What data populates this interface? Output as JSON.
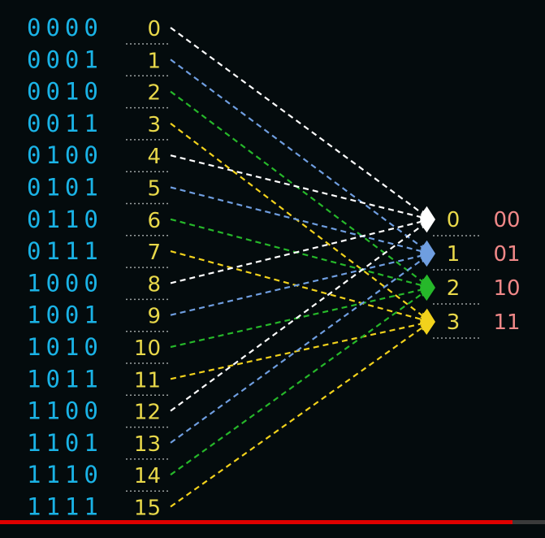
{
  "colors": {
    "background": "#040b0d",
    "binary_text": "#1ab3e6",
    "decimal_text": "#e8d84a",
    "target_index_text": "#e8d84a",
    "code_text": "#f08888",
    "dotted_rule": "#9aa0a0",
    "group_colors": [
      "#ffffff",
      "#6f9ee0",
      "#26b82a",
      "#f2d21c"
    ],
    "progress_played": "#e00000",
    "progress_track": "#3a3a3a"
  },
  "sources": [
    {
      "binary": "0000",
      "decimal": "0"
    },
    {
      "binary": "0001",
      "decimal": "1"
    },
    {
      "binary": "0010",
      "decimal": "2"
    },
    {
      "binary": "0011",
      "decimal": "3"
    },
    {
      "binary": "0100",
      "decimal": "4"
    },
    {
      "binary": "0101",
      "decimal": "5"
    },
    {
      "binary": "0110",
      "decimal": "6"
    },
    {
      "binary": "0111",
      "decimal": "7"
    },
    {
      "binary": "1000",
      "decimal": "8"
    },
    {
      "binary": "1001",
      "decimal": "9"
    },
    {
      "binary": "1010",
      "decimal": "10"
    },
    {
      "binary": "1011",
      "decimal": "11"
    },
    {
      "binary": "1100",
      "decimal": "12"
    },
    {
      "binary": "1101",
      "decimal": "13"
    },
    {
      "binary": "1110",
      "decimal": "14"
    },
    {
      "binary": "1111",
      "decimal": "15"
    }
  ],
  "targets": [
    {
      "index": "0",
      "code": "00"
    },
    {
      "index": "1",
      "code": "01"
    },
    {
      "index": "2",
      "code": "10"
    },
    {
      "index": "3",
      "code": "11"
    }
  ],
  "edges_note_free_mapping": [
    0,
    1,
    2,
    3,
    0,
    1,
    2,
    3,
    0,
    1,
    2,
    3,
    0,
    1,
    2,
    3
  ],
  "progress": {
    "played_fraction": 0.94
  }
}
